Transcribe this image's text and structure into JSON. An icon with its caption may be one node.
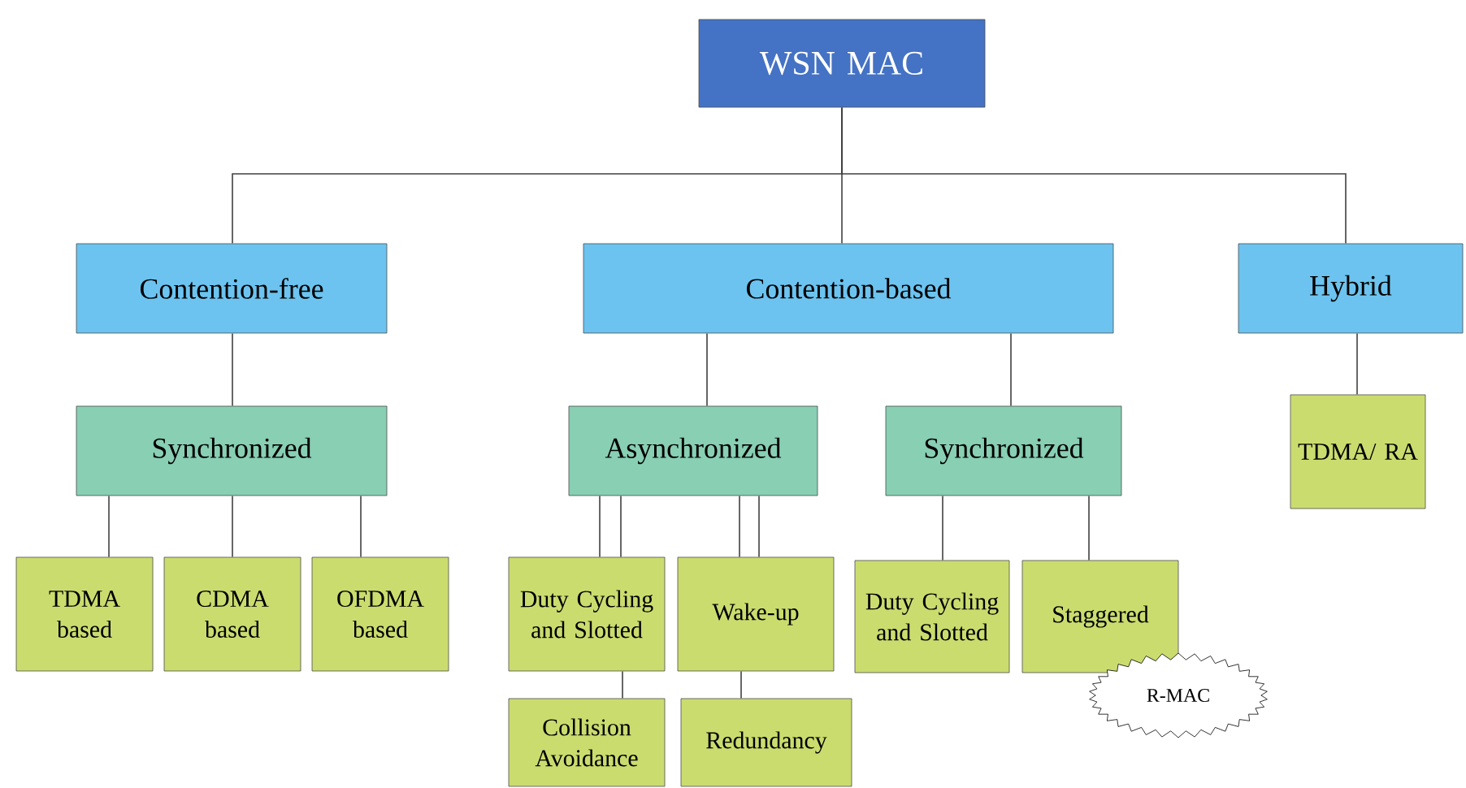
{
  "diagram": {
    "nodes": [
      {
        "text": [
          "WSN MAC"
        ]
      },
      {
        "text": [
          "Contention-free"
        ]
      },
      {
        "text": [
          "Contention-based"
        ]
      },
      {
        "text": [
          "Hybrid"
        ]
      },
      {
        "text": [
          "Synchronized"
        ]
      },
      {
        "text": [
          "Asynchronized"
        ]
      },
      {
        "text": [
          "Synchronized"
        ]
      },
      {
        "text": [
          "TDMA/ RA"
        ]
      },
      {
        "text": [
          "TDMA based"
        ]
      },
      {
        "text": [
          "CDMA based"
        ]
      },
      {
        "text": [
          "OFDMA based"
        ]
      },
      {
        "text": [
          "Duty Cycling and Slotted"
        ]
      },
      {
        "text": [
          "Wake-up"
        ]
      },
      {
        "text": [
          "Collision Avoidance"
        ]
      },
      {
        "text": [
          "Redundancy"
        ]
      },
      {
        "text": [
          "Duty Cycling and Slotted"
        ]
      },
      {
        "text": [
          "Staggered"
        ]
      },
      {
        "text": [
          "R-MAC"
        ]
      }
    ],
    "edges": [
      {
        "from": 0,
        "to": 1,
        "arrow": "none"
      },
      {
        "from": 0,
        "to": 2,
        "arrow": "none"
      },
      {
        "from": 0,
        "to": 3,
        "arrow": "none"
      },
      {
        "from": 1,
        "to": 4,
        "arrow": "none"
      },
      {
        "from": 2,
        "to": 5,
        "arrow": "none"
      },
      {
        "from": 2,
        "to": 6,
        "arrow": "none"
      },
      {
        "from": 3,
        "to": 7,
        "arrow": "none"
      },
      {
        "from": 4,
        "to": 8,
        "arrow": "none"
      },
      {
        "from": 4,
        "to": 9,
        "arrow": "none"
      },
      {
        "from": 4,
        "to": 10,
        "arrow": "none"
      },
      {
        "from": 5,
        "to": 11,
        "arrow": "none"
      },
      {
        "from": 5,
        "to": 11,
        "arrow": "none"
      },
      {
        "from": 5,
        "to": 12,
        "arrow": "none"
      },
      {
        "from": 5,
        "to": 12,
        "arrow": "none"
      },
      {
        "from": 11,
        "to": 13,
        "arrow": "none"
      },
      {
        "from": 12,
        "to": 14,
        "arrow": "none"
      },
      {
        "from": 6,
        "to": 15,
        "arrow": "none"
      },
      {
        "from": 6,
        "to": 16,
        "arrow": "none"
      }
    ]
  }
}
